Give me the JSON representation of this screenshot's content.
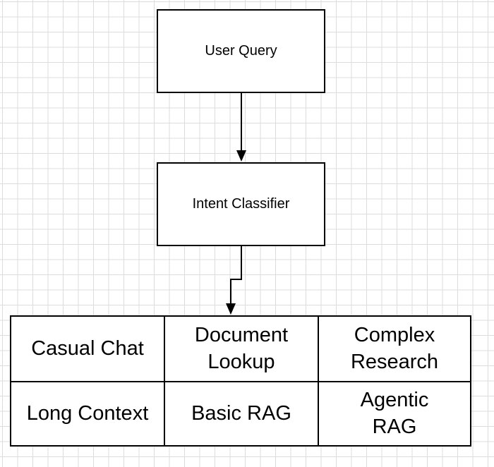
{
  "nodes": {
    "user_query": "User Query",
    "intent_classifier": "Intent Classifier"
  },
  "categories": [
    "Casual Chat",
    "Document Lookup",
    "Complex Research",
    "Long Context",
    "Basic RAG",
    "Agentic RAG"
  ],
  "edges": [
    {
      "from": "User Query",
      "to": "Intent Classifier"
    },
    {
      "from": "Intent Classifier",
      "to": "Document Lookup"
    }
  ]
}
